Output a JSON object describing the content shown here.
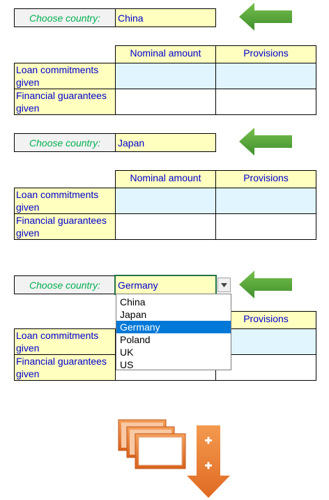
{
  "selectors": [
    {
      "label": "Choose country:",
      "value": "China"
    },
    {
      "label": "Choose country:",
      "value": "Japan"
    },
    {
      "label": "Choose country:",
      "value": "Germany"
    }
  ],
  "tables": [
    {
      "columns": [
        "Nominal amount",
        "Provisions"
      ],
      "rows": [
        "Loan commitments given",
        "Financial guarantees given"
      ]
    },
    {
      "columns": [
        "Nominal amount",
        "Provisions"
      ],
      "rows": [
        "Loan commitments given",
        "Financial guarantees given"
      ]
    },
    {
      "columns": [
        "Provisions"
      ],
      "rows": [
        "Loan commitments given",
        "Financial guarantees given"
      ]
    }
  ],
  "dropdown": {
    "options": [
      "China",
      "Japan",
      "Germany",
      "Poland",
      "UK",
      "US"
    ],
    "selected_index": 2
  },
  "icons": {
    "pointer": "green-left-arrow-icon",
    "add_pages": "stacked-pages-plus-icon"
  },
  "colors": {
    "accent_green": "#5aa63c",
    "label_green": "#00b050",
    "text_blue": "#0000cc",
    "cell_yellow": "#ffffc0",
    "cell_blue": "#e1f5fe",
    "select_blue": "#0078d7",
    "orange": "#ed7d31"
  }
}
